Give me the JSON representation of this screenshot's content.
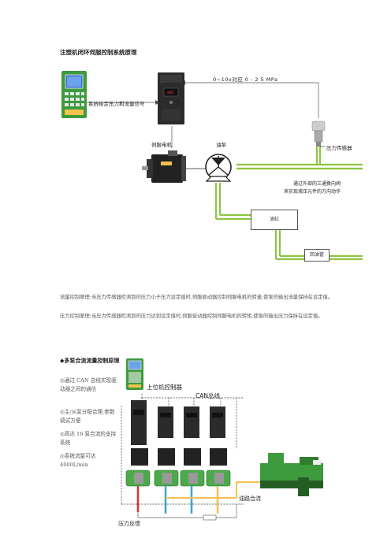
{
  "page_title": "注塑机闭环伺服控制系统原理",
  "diagram1": {
    "signal_label": "系统给定压力和流量信号",
    "range_label": "0~10v对应 0 - 2 5 MPa",
    "servo_motor_label": "伺服电机",
    "pump_label": "油泵",
    "pressure_sensor_label": "压力传感器",
    "valve_note_line1": "通过外部的三通换向阀",
    "valve_note_line2": "来实现液压元件的方向动作",
    "cylinder_label": "油缸",
    "return_label": "回油管",
    "line_color": "#8dc63f"
  },
  "paragraphs": [
    "流量控制原理:当压力传感器检测到的压力小于压力设定值时,伺服驱动器控制伺服电机的转速,使泵的输出流量保持在设定值。",
    "压力控制原理:当压力传感器检测到的压力达到设定值时,伺服驱动器控制伺服电机的转矩,使泵的输出压力保持在设定值。"
  ],
  "section2": {
    "title": "◆多泵合流流量控制原理",
    "bullets": [
      "◎通过 CAN 总线实现驱动器之间的通信",
      "◎主/从泵分配合理,参数调试方便",
      "◎高达 16 泵合流的支持系统",
      "◎系统流量可达4000L/min"
    ],
    "controller_label": "上位机控制器",
    "can_label": "CAN总线",
    "merge_label": "油路合流",
    "feedback_label": "压力反馈"
  }
}
